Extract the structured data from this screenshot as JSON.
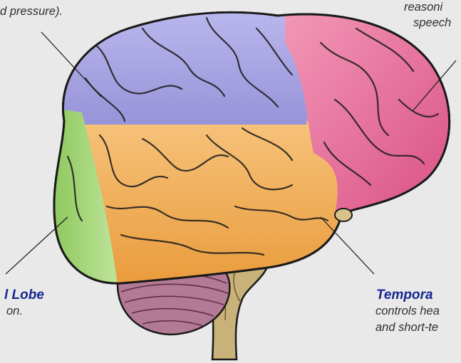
{
  "labels": {
    "parietal_fragment": "d pressure).",
    "frontal_fragment_1": "reasoni",
    "frontal_fragment_2": "speech",
    "occipital_title": "l Lobe",
    "occipital_desc": "on.",
    "temporal_title": "Tempora",
    "temporal_desc_1": "controls hea",
    "temporal_desc_2": "and short-te"
  },
  "colors": {
    "background": "#e9e9e9",
    "parietal": "#a9a6e3",
    "frontal": "#e8739f",
    "temporal": "#f2ae52",
    "occipital": "#9bd06b",
    "cerebellum": "#b37a95",
    "brainstem": "#c8b27a",
    "title_blue": "#17288f"
  }
}
